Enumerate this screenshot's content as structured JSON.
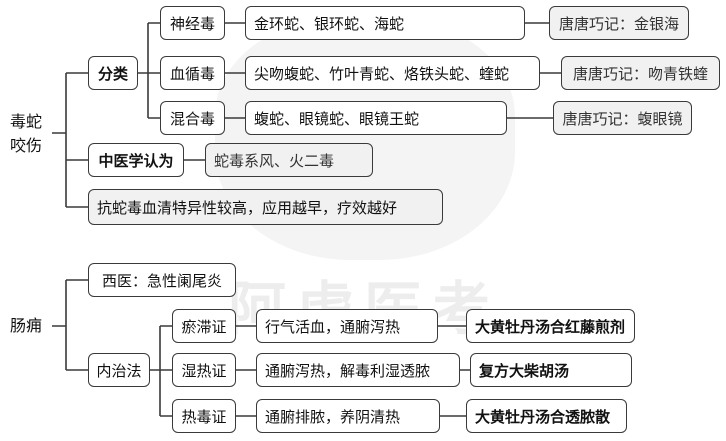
{
  "watermark": "阿虎医考",
  "snakebite": {
    "root": "毒蛇\n咬伤",
    "classification_label": "分类",
    "types": [
      {
        "name": "神经毒",
        "examples": "金环蛇、银环蛇、海蛇",
        "mnemonic": "唐唐巧记：金银海"
      },
      {
        "name": "血循毒",
        "examples": "尖吻蝮蛇、竹叶青蛇、烙铁头蛇、蝰蛇",
        "mnemonic": "唐唐巧记：吻青铁蝰"
      },
      {
        "name": "混合毒",
        "examples": "蝮蛇、眼镜蛇、眼镜王蛇",
        "mnemonic": "唐唐巧记：蝮眼镜"
      }
    ],
    "tcm_label": "中医学认为",
    "tcm_view": "蛇毒系风、火二毒",
    "antivenom_note": "抗蛇毒血清特异性较高，应用越早，疗效越好"
  },
  "appendicitis": {
    "root": "肠痈",
    "western": "西医：急性阑尾炎",
    "internal_label": "内治法",
    "patterns": [
      {
        "name": "瘀滞证",
        "treatment": "行气活血，通腑泻热",
        "formula": "大黄牡丹汤合红藤煎剂"
      },
      {
        "name": "湿热证",
        "treatment": "通腑泻热，解毒利湿透脓",
        "formula": "复方大柴胡汤"
      },
      {
        "name": "热毒证",
        "treatment": "通腑排脓，养阴清热",
        "formula": "大黄牡丹汤合透脓散"
      }
    ]
  }
}
